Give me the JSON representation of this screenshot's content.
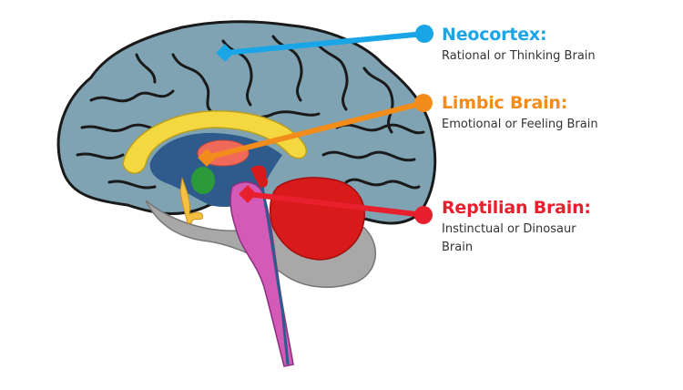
{
  "title": "Triune Brain Model",
  "colors": {
    "neocortex": "#1aa6e6",
    "limbic": "#f28c1a",
    "reptilian": "#e8202e",
    "cortex_fill": "#7fa3b3",
    "cortex_outline": "#1a1a1a",
    "corpus_callosum": "#f5d840",
    "ventricle": "#2f5a8c",
    "thalamus": "#f06a5a",
    "amygdala": "#2a9a3a",
    "brainstem": "#d45ab8",
    "cerebellum": "#d81a1a",
    "grey_matter": "#a8a8a8"
  },
  "labels": [
    {
      "id": "neocortex",
      "title": "Neocortex:",
      "description": "Rational or Thinking Brain"
    },
    {
      "id": "limbic",
      "title": "Limbic Brain:",
      "description": "Emotional or Feeling Brain"
    },
    {
      "id": "reptilian",
      "title": "Reptilian Brain:",
      "description": "Instinctual or Dinosaur Brain"
    }
  ]
}
